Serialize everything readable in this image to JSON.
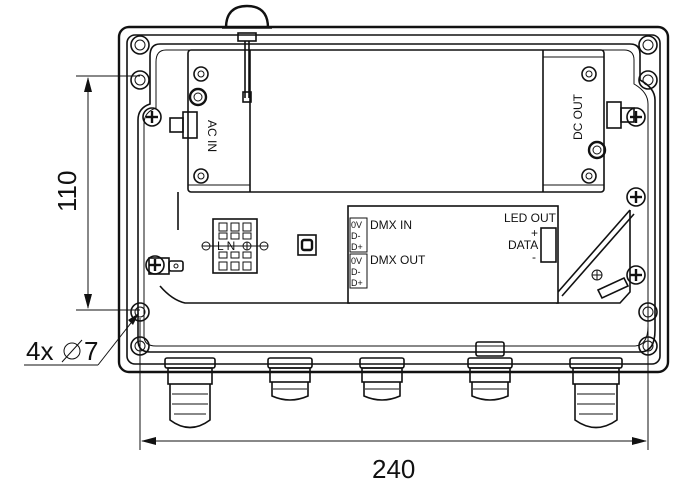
{
  "dimensions": {
    "height_label": "110",
    "width_label": "240",
    "holes_label": "4x",
    "holes_diameter": "7"
  },
  "power_supply": {
    "input_label": "AC IN",
    "output_label": "DC OUT"
  },
  "terminal_block": {
    "labels": "LN"
  },
  "dmx_module": {
    "in_label": "DMX IN",
    "out_label": "DMX OUT",
    "in_pins": [
      "0V",
      "D-",
      "D+"
    ],
    "out_pins": [
      "0V",
      "D-",
      "D+"
    ],
    "led_out_label": "LED OUT",
    "plus_label": "+",
    "data_label": "DATA",
    "minus_label": "-"
  },
  "icons": [
    "ground-symbol-icon",
    "diameter-symbol-icon",
    "screw-icon"
  ]
}
